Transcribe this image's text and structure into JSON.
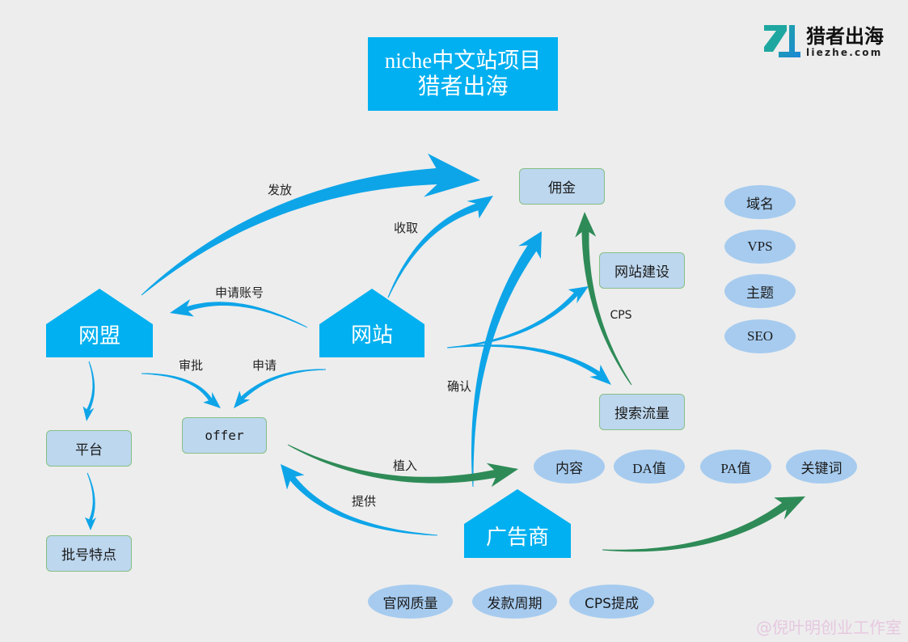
{
  "title": {
    "line1": "niche中文站项目",
    "line2": "猎者出海"
  },
  "logo": {
    "brand": "猎者出海",
    "domain": "liezhe.com"
  },
  "nodes": {
    "alliance": "网盟",
    "website": "网站",
    "advertiser": "广告商",
    "commission": "佣金",
    "site_building": "网站建设",
    "search_traffic": "搜索流量",
    "platform": "平台",
    "offer": "offer",
    "approval_features": "批号特点"
  },
  "site_building_items": [
    "域名",
    "VPS",
    "主题",
    "SEO"
  ],
  "seo_factors": [
    "内容",
    "DA值",
    "PA值",
    "关键词"
  ],
  "advertiser_factors": [
    "官网质量",
    "发款周期",
    "CPS提成"
  ],
  "edge_labels": {
    "issue": "发放",
    "collect": "收取",
    "apply_account": "申请账号",
    "approve": "审批",
    "apply": "申请",
    "confirm": "确认",
    "embed": "植入",
    "provide": "提供",
    "cps": "CPS"
  },
  "watermark": "@倪叶明创业工作室",
  "colors": {
    "accent": "#00B0F0",
    "arrow_blue": "#0EA5E8",
    "arrow_green": "#2E8B57",
    "node_fill": "#BDD7EE",
    "node_border": "#86BF86",
    "tag_fill": "#A6CBEF",
    "background": "#EDEDED",
    "watermark": "#E6C8E0",
    "logo_teal": "#1EA7A0",
    "logo_blue": "#1C86D8"
  }
}
